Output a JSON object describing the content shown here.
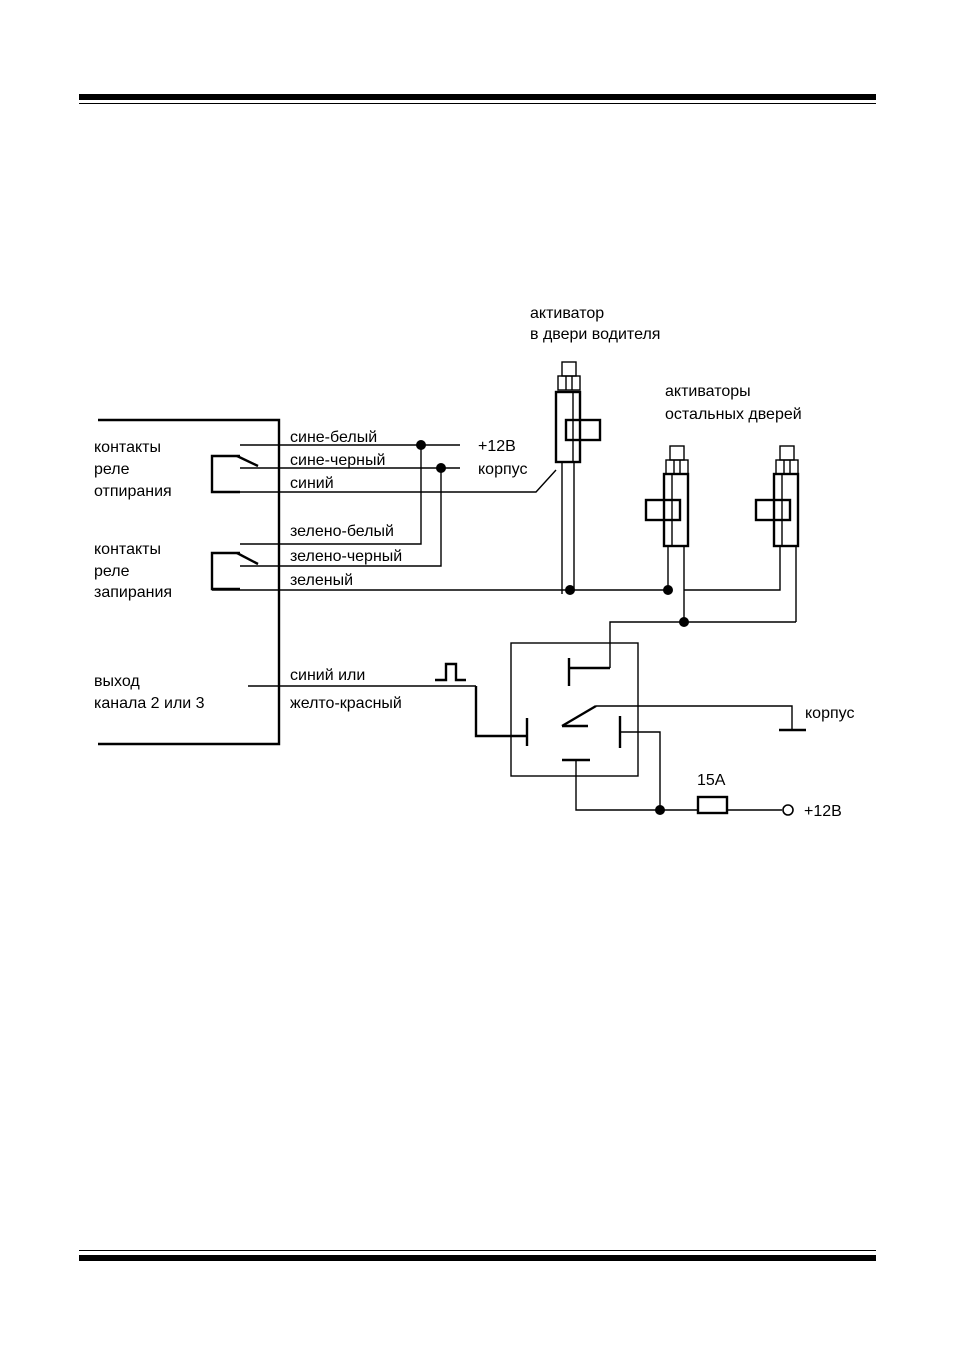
{
  "labels": {
    "unlock_relay": [
      "контакты",
      "реле",
      "отпирания"
    ],
    "lock_relay": [
      "контакты",
      "реле",
      "запирания"
    ],
    "channel_output": [
      "выход",
      "канала 2 или 3"
    ],
    "wire_blue_white": "сине-белый",
    "wire_blue_black": "сине-черный",
    "wire_blue": "синий",
    "wire_green_white": "зелено-белый",
    "wire_green_black": "зелено-черный",
    "wire_green": "зеленый",
    "wire_channel_1": "синий или",
    "wire_channel_2": "желто-красный",
    "plus12_top": "+12В",
    "ground_top": "корпус",
    "driver_actuator": [
      "активатор",
      "в двери водителя"
    ],
    "other_actuators": [
      "активаторы",
      "остальных дверей"
    ],
    "ground_relay": "корпус",
    "fuse": "15А",
    "plus12_bottom": "+12В"
  }
}
